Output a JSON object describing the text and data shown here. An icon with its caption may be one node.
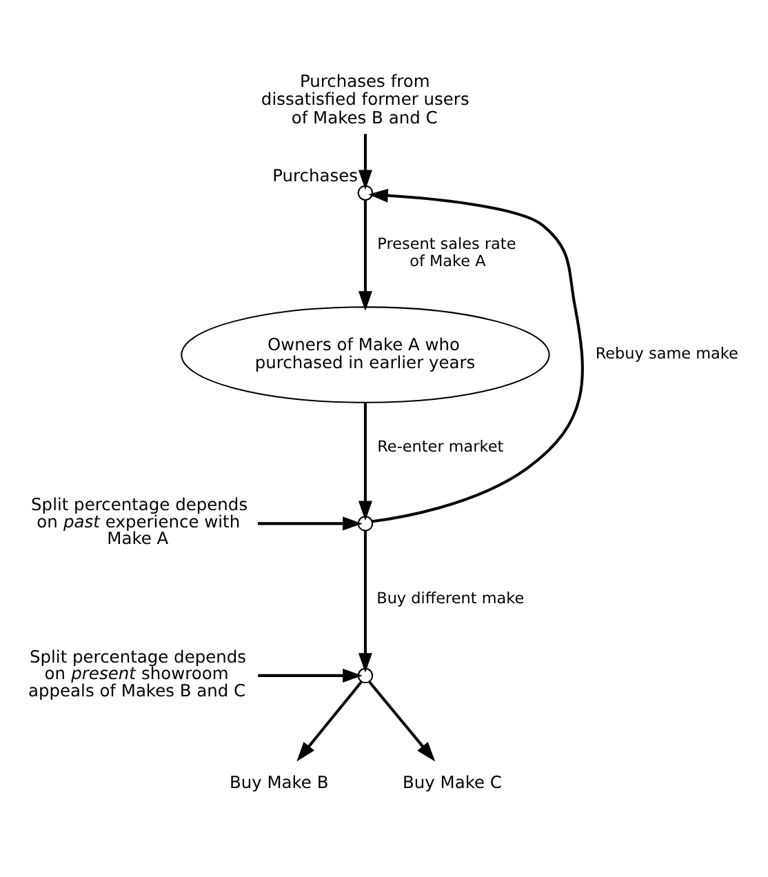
{
  "diagram": {
    "nodes": [
      {
        "text": [
          "Purchases from dissatisfied former users of Makes B and C"
        ]
      },
      {
        "text": [],
        "shape": "circle",
        "beside": [
          "Purchases"
        ]
      },
      {
        "text": [
          "Owners of Make A who purchased in earlier years"
        ]
      },
      {
        "text": [],
        "shape": "circle"
      },
      {
        "text": [
          "Split percentage depends on *past* experience with Make A"
        ]
      },
      {
        "text": [],
        "shape": "circle"
      },
      {
        "text": [
          "Split percentage depends on *present* showroom appeals of Makes B and C"
        ]
      },
      {
        "text": [
          "Buy Make B"
        ]
      },
      {
        "text": [
          "Buy Make C"
        ]
      }
    ],
    "edges": [
      {
        "from": 0,
        "to": 1,
        "arrow": "to"
      },
      {
        "from": 1,
        "to": 2,
        "arrow": "to",
        "label": "Present sales rate of Make A"
      },
      {
        "from": 2,
        "to": 3,
        "arrow": "to",
        "label": "Re-enter market"
      },
      {
        "from": 3,
        "to": 1,
        "arrow": "to",
        "label": "Rebuy same make"
      },
      {
        "from": 3,
        "to": 5,
        "arrow": "to",
        "label": "Buy different make"
      },
      {
        "from": 4,
        "to": 3,
        "arrow": "to"
      },
      {
        "from": 6,
        "to": 5,
        "arrow": "to"
      },
      {
        "from": 5,
        "to": 7,
        "arrow": "to"
      },
      {
        "from": 5,
        "to": 8,
        "arrow": "to"
      }
    ]
  }
}
